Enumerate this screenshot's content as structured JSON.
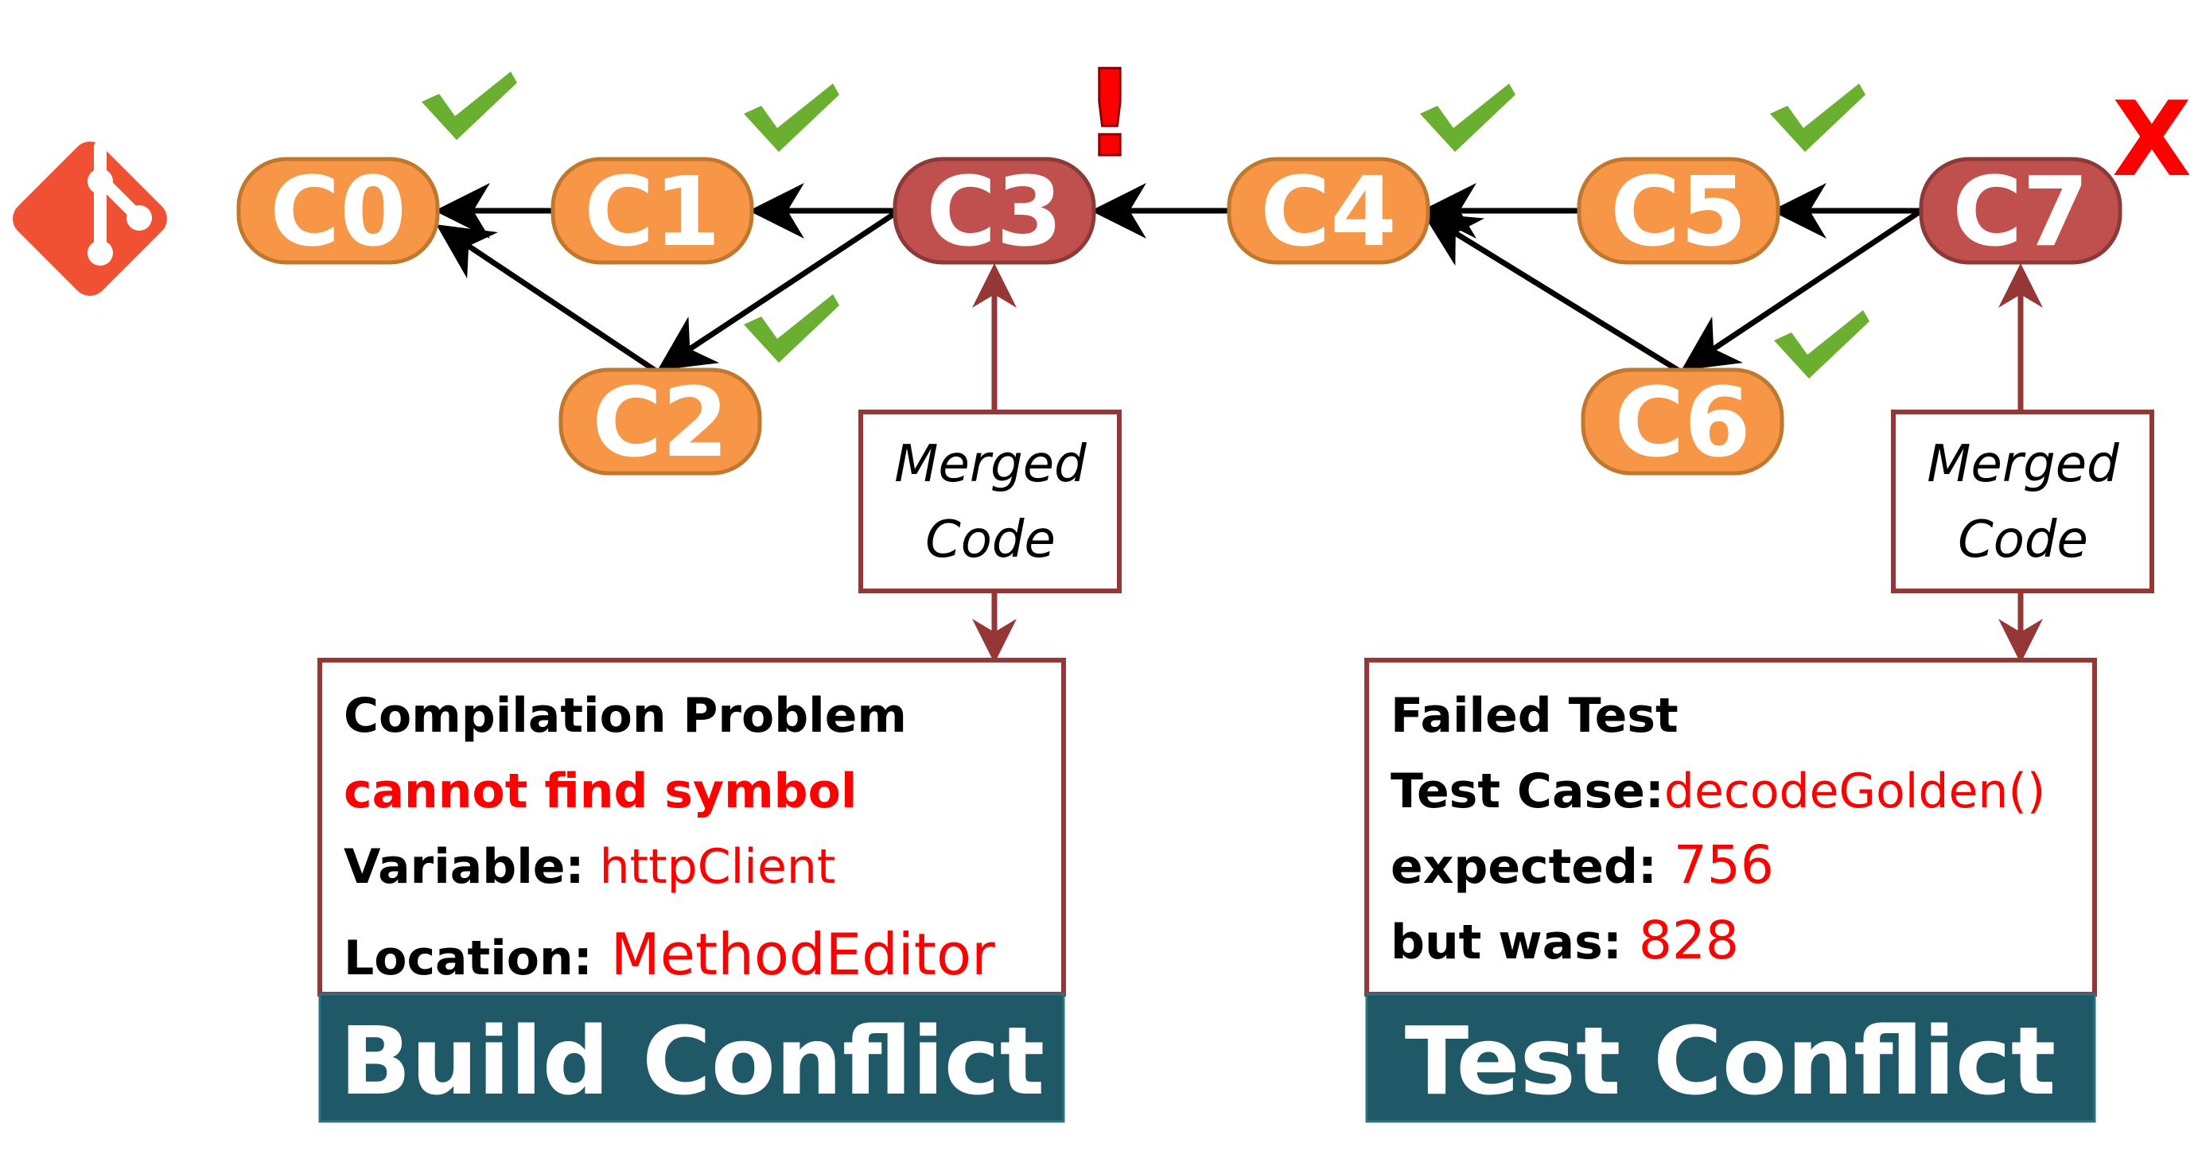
{
  "commits": {
    "c0": "C0",
    "c1": "C1",
    "c2": "C2",
    "c3": "C3",
    "c4": "C4",
    "c5": "C5",
    "c6": "C6",
    "c7": "C7"
  },
  "markers": {
    "warning": "!",
    "fail": "X"
  },
  "merged_box": {
    "line1": "Merged",
    "line2": "Code"
  },
  "build": {
    "heading": "Compilation Problem",
    "error": "cannot find symbol",
    "variable_label": "Variable:",
    "variable_value": " httpClient",
    "location_label": "Location:",
    "location_value": " MethodEditor",
    "banner": "Build Conflict"
  },
  "test": {
    "heading": "Failed Test",
    "case_label": "Test Case:",
    "case_value": "decodeGolden()",
    "expected_label": "expected:",
    "expected_value": " 756",
    "actual_label": "but was:",
    "actual_value": " 828",
    "banner": "Test Conflict"
  },
  "colors": {
    "node_ok": "#f79646",
    "node_bad": "#c0504d",
    "check": "#6aaf2f",
    "alert": "#ff0000",
    "box_border": "#953735",
    "banner": "#1f5866",
    "git_logo": "#f05133"
  }
}
